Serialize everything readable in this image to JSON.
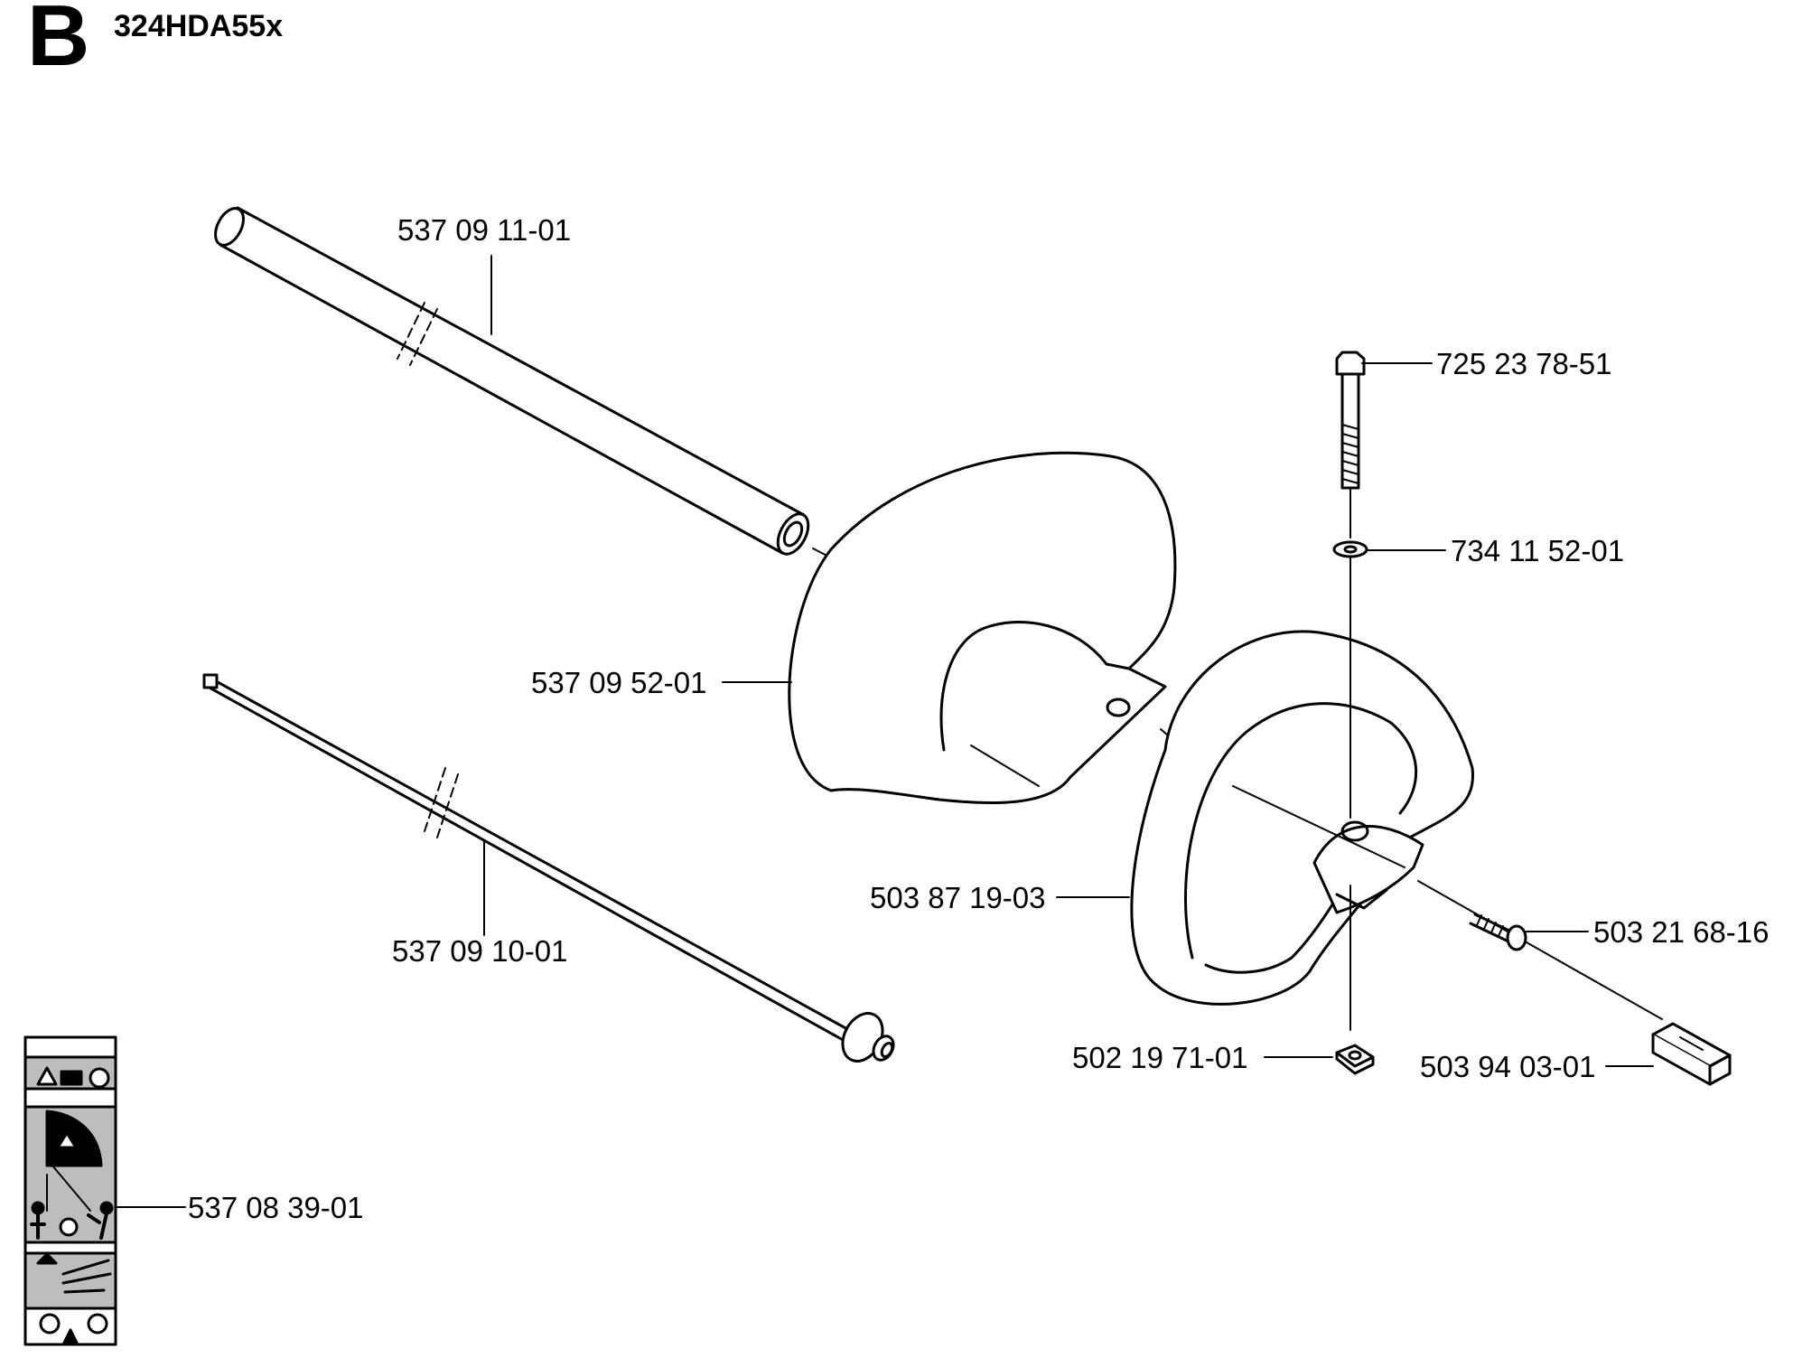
{
  "header": {
    "section_letter": "B",
    "model_code": "324HDA55x"
  },
  "parts": [
    {
      "id": "shaft-tube",
      "number": "537 09 11-01"
    },
    {
      "id": "bolt",
      "number": "725 23 78-51"
    },
    {
      "id": "washer",
      "number": "734 11 52-01"
    },
    {
      "id": "guard",
      "number": "537 09 52-01"
    },
    {
      "id": "handle",
      "number": "503 87 19-03"
    },
    {
      "id": "screw",
      "number": "503 21 68-16"
    },
    {
      "id": "drive-shaft",
      "number": "537 09 10-01"
    },
    {
      "id": "nut",
      "number": "502 19 71-01"
    },
    {
      "id": "connector",
      "number": "503 94 03-01"
    },
    {
      "id": "warning-decal",
      "number": "537 08 39-01"
    }
  ],
  "colors": {
    "line": "#000000",
    "background": "#ffffff",
    "decal_fill": "#bdbdbd"
  }
}
